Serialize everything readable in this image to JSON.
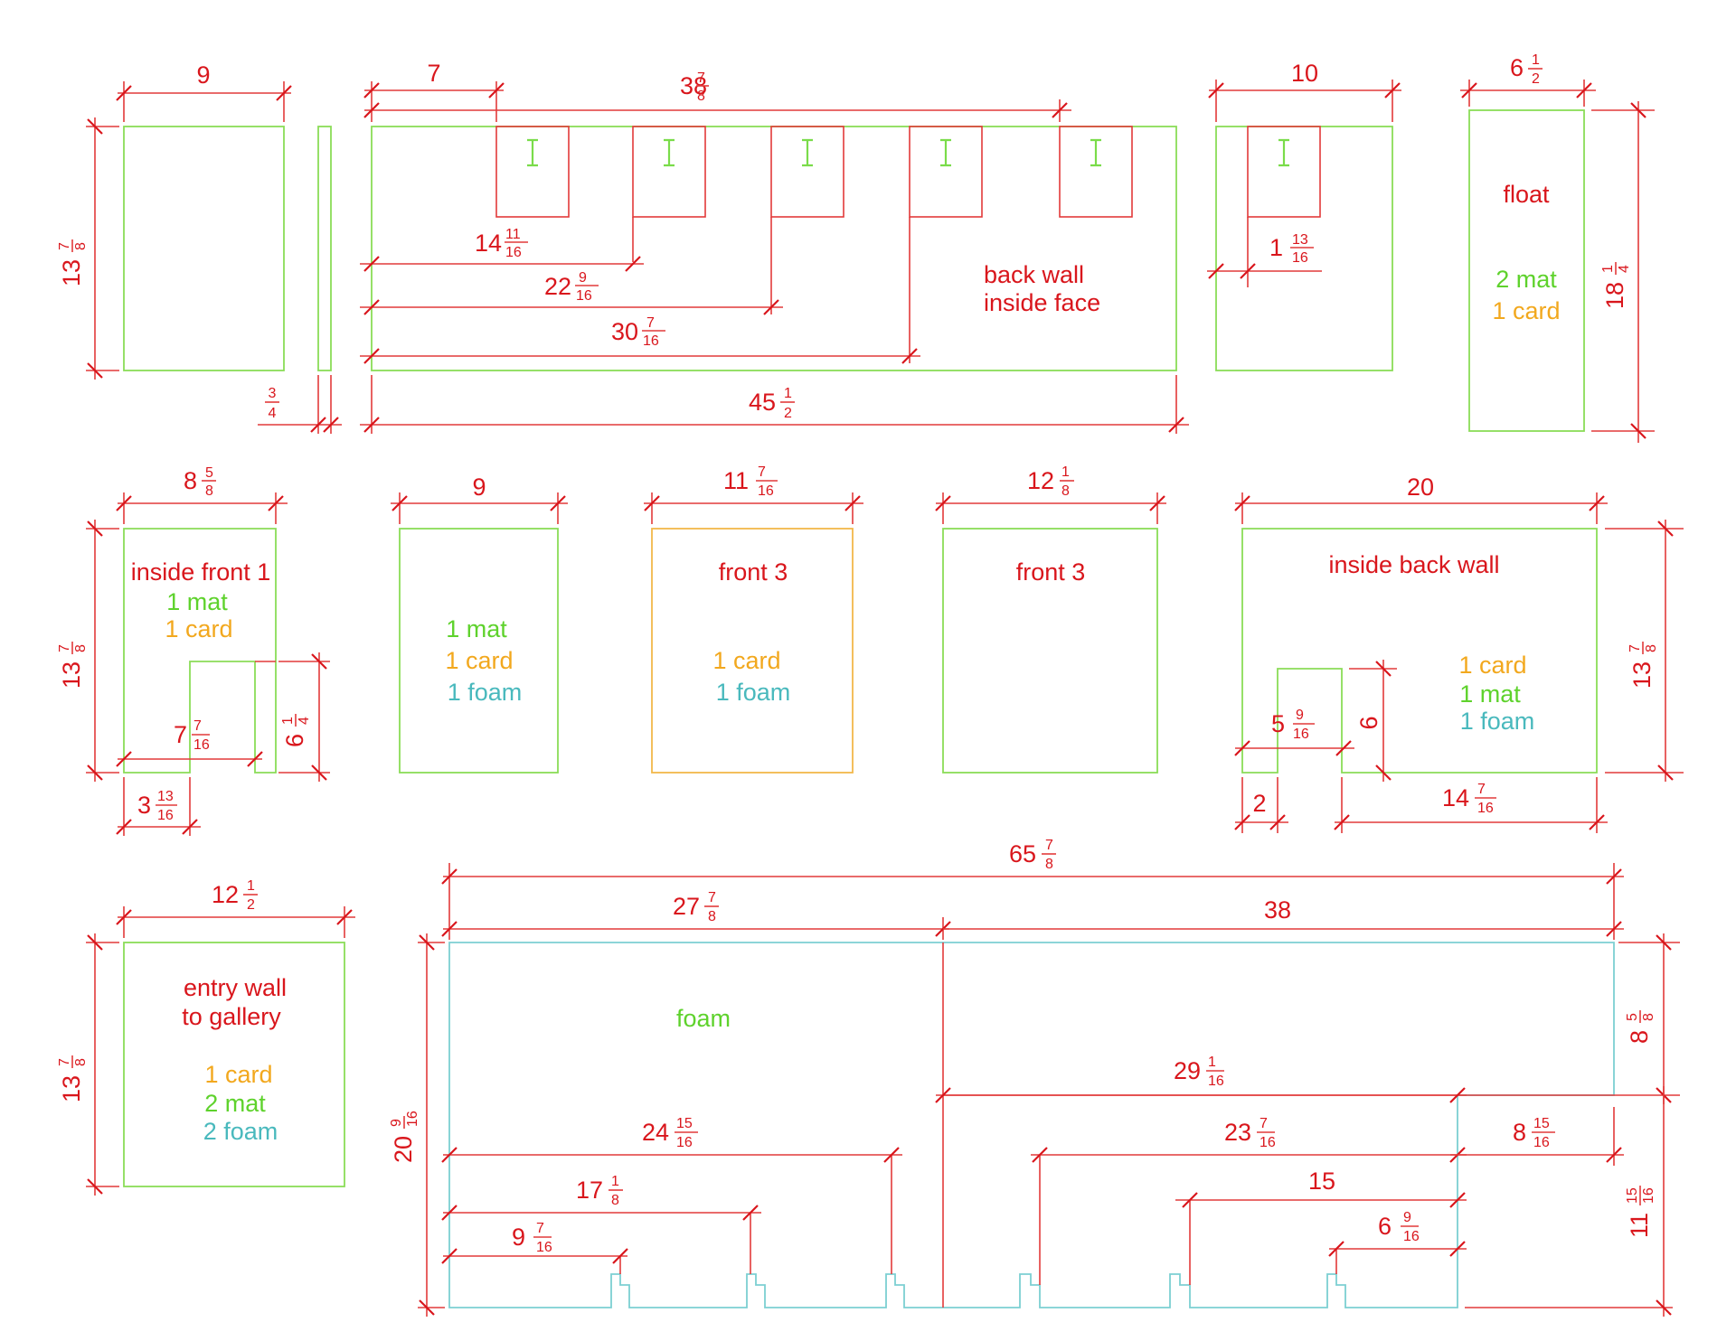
{
  "colors": {
    "dimension": "#d9161c",
    "green_panel": "#8bdc58",
    "orange_panel": "#f2b84a",
    "cyan_panel": "#7ccfd2",
    "mat_text": "#5ed22c",
    "card_text": "#f2a81e",
    "foam_text": "#49b9bd"
  },
  "dims": [
    {
      "w": "9"
    },
    {
      "w": "13",
      "n": "7",
      "d": "8"
    },
    {
      "n": "3",
      "d": "4"
    },
    {
      "w": "7"
    },
    {
      "w": "38",
      "n": "7",
      "d": "8"
    },
    {
      "w": "14",
      "n": "11",
      "d": "16"
    },
    {
      "w": "22",
      "n": "9",
      "d": "16"
    },
    {
      "w": "30",
      "n": "7",
      "d": "16"
    },
    {
      "w": "45",
      "n": "1",
      "d": "2"
    },
    {
      "w": "10"
    },
    {
      "w": "1",
      "n": "13",
      "d": "16"
    },
    {
      "w": "6",
      "n": "1",
      "d": "2"
    },
    {
      "w": "18",
      "n": "1",
      "d": "4"
    },
    {
      "w": "8",
      "n": "5",
      "d": "8"
    },
    {
      "w": "13",
      "n": "7",
      "d": "8"
    },
    {
      "w": "7",
      "n": "7",
      "d": "16"
    },
    {
      "w": "6",
      "n": "1",
      "d": "4"
    },
    {
      "w": "3",
      "n": "13",
      "d": "16"
    },
    {
      "w": "9"
    },
    {
      "w": "11",
      "n": "7",
      "d": "16"
    },
    {
      "w": "12",
      "n": "1",
      "d": "8"
    },
    {
      "w": "20"
    },
    {
      "w": "5",
      "n": "9",
      "d": "16"
    },
    {
      "w": "6"
    },
    {
      "w": "13",
      "n": "7",
      "d": "8"
    },
    {
      "w": "2"
    },
    {
      "w": "14",
      "n": "7",
      "d": "16"
    },
    {
      "w": "12",
      "n": "1",
      "d": "2"
    },
    {
      "w": "13",
      "n": "7",
      "d": "8"
    },
    {
      "w": "65",
      "n": "7",
      "d": "8"
    },
    {
      "w": "27",
      "n": "7",
      "d": "8"
    },
    {
      "w": "38"
    },
    {
      "w": "8",
      "n": "5",
      "d": "8"
    },
    {
      "w": "20",
      "n": "9",
      "d": "16"
    },
    {
      "w": "29",
      "n": "1",
      "d": "16"
    },
    {
      "w": "24",
      "n": "15",
      "d": "16"
    },
    {
      "w": "23",
      "n": "7",
      "d": "16"
    },
    {
      "w": "8",
      "n": "15",
      "d": "16"
    },
    {
      "w": "11",
      "n": "15",
      "d": "16"
    },
    {
      "w": "17",
      "n": "1",
      "d": "8"
    },
    {
      "w": "15"
    },
    {
      "w": "9",
      "n": "7",
      "d": "16"
    },
    {
      "w": "6",
      "n": "9",
      "d": "16"
    }
  ],
  "labels": {
    "back_wall": [
      "back wall",
      "inside face"
    ],
    "float": "float",
    "float_mat": "2 mat",
    "float_card": "1 card",
    "inside_front": "inside front 1",
    "inside_front_mat": "1 mat",
    "inside_front_card": "1 card",
    "panel9_mat": "1 mat",
    "panel9_card": "1 card",
    "panel9_foam": "1 foam",
    "front3a": "front 3",
    "front3a_card": "1 card",
    "front3a_foam": "1 foam",
    "front3b": "front 3",
    "inside_back": "inside back wall",
    "inside_back_card": "1 card",
    "inside_back_mat": "1 mat",
    "inside_back_foam": "1 foam",
    "entry": [
      "entry wall",
      "to gallery"
    ],
    "entry_card": "1 card",
    "entry_mat": "2 mat",
    "entry_foam": "2 foam",
    "foam": "foam"
  }
}
